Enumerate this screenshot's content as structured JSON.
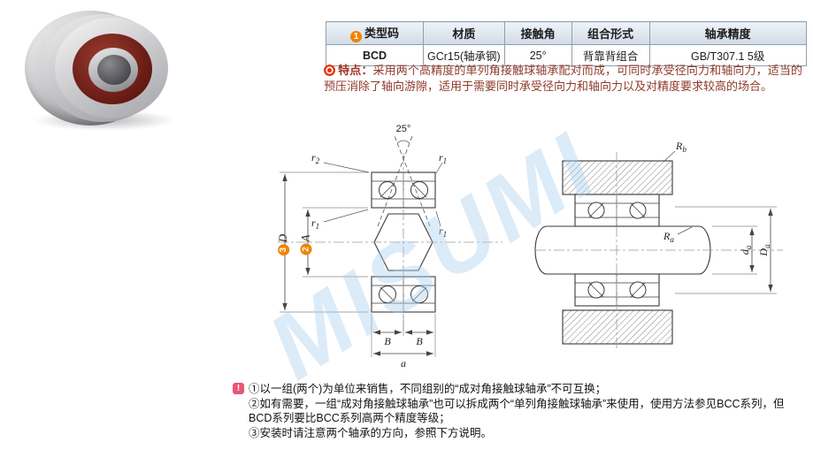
{
  "page": {
    "watermark": "MISUMI"
  },
  "spec_table": {
    "circled_one": "1",
    "headers": [
      "类型码",
      "材质",
      "接触角",
      "组合形式",
      "轴承精度"
    ],
    "values": [
      "BCD",
      "GCr15(轴承钢)",
      "25°",
      "背靠背组合",
      "GB/T307.1 5级"
    ]
  },
  "features": {
    "label": "特点：",
    "text": "采用两个高精度的单列角接触球轴承配对而成，可同时承受径向力和轴向力，适当的预压消除了轴向游隙，适用于需要同时承受径向力和轴向力以及对精度要求较高的场合。"
  },
  "drawing": {
    "contact_angle": "25°",
    "labels": {
      "r2": {
        "base": "r",
        "sub": "2"
      },
      "r1": {
        "base": "r",
        "sub": "1"
      },
      "D": {
        "num": "3",
        "letter": "D"
      },
      "A": {
        "num": "2",
        "letter": "A"
      },
      "B": "B",
      "a": "a",
      "Rb": {
        "base": "R",
        "sub": "b"
      },
      "Ra": {
        "base": "R",
        "sub": "a"
      },
      "da": {
        "base": "d",
        "sub": "a"
      },
      "Da": {
        "base": "D",
        "sub": "a"
      }
    }
  },
  "notes": {
    "icon": "!",
    "items": [
      "①以一组(两个)为单位来销售，不同组别的“成对角接触球轴承”不可互换；",
      "②如有需要，一组“成对角接触球轴承”也可以拆成两个“单列角接触球轴承”来使用，使用方法参见BCC系列，但BCD系列要比BCC系列高两个精度等级；",
      "③安装时请注意两个轴承的方向，参照下方说明。"
    ]
  }
}
